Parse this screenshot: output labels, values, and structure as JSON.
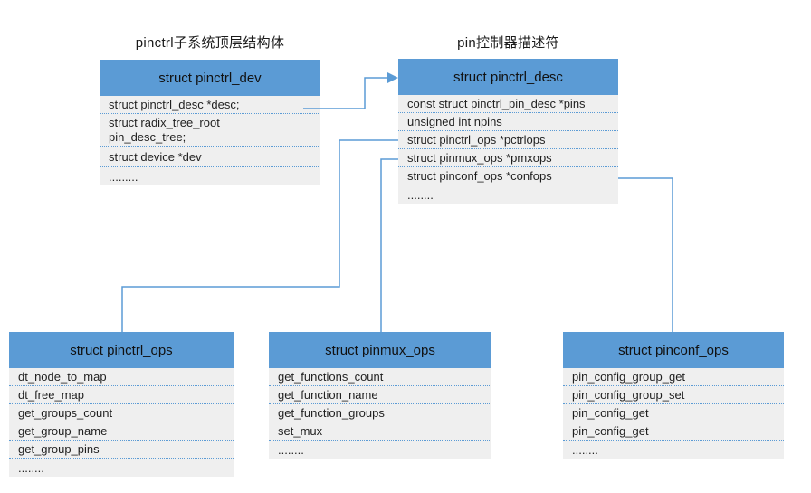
{
  "colors": {
    "header_blue": "#5B9BD5",
    "body_gray": "#EFEFEF",
    "connector_blue": "#5B9BD5",
    "text": "#1F1F1F"
  },
  "titles": {
    "pinctrl_dev": "pinctrl子系统顶层结构体",
    "pinctrl_desc": "pin控制器描述符"
  },
  "boxes": {
    "pinctrl_dev": {
      "header": "struct pinctrl_dev",
      "rows": [
        "struct pinctrl_desc *desc;",
        "struct radix_tree_root\npin_desc_tree;",
        "struct device *dev",
        "........."
      ]
    },
    "pinctrl_desc": {
      "header": "struct pinctrl_desc",
      "rows": [
        "const struct pinctrl_pin_desc *pins",
        "unsigned int npins",
        "struct pinctrl_ops *pctrlops",
        "struct pinmux_ops *pmxops",
        "struct pinconf_ops *confops",
        "........"
      ]
    },
    "pinctrl_ops": {
      "header": "struct pinctrl_ops",
      "rows": [
        "dt_node_to_map",
        "dt_free_map",
        "get_groups_count",
        "get_group_name",
        "get_group_pins",
        "........"
      ]
    },
    "pinmux_ops": {
      "header": "struct pinmux_ops",
      "rows": [
        "get_functions_count",
        "get_function_name",
        "get_function_groups",
        "set_mux",
        "........"
      ]
    },
    "pinconf_ops": {
      "header": "struct pinconf_ops",
      "rows": [
        "pin_config_group_get",
        "pin_config_group_set",
        "pin_config_get",
        "pin_config_get",
        "........"
      ]
    }
  }
}
